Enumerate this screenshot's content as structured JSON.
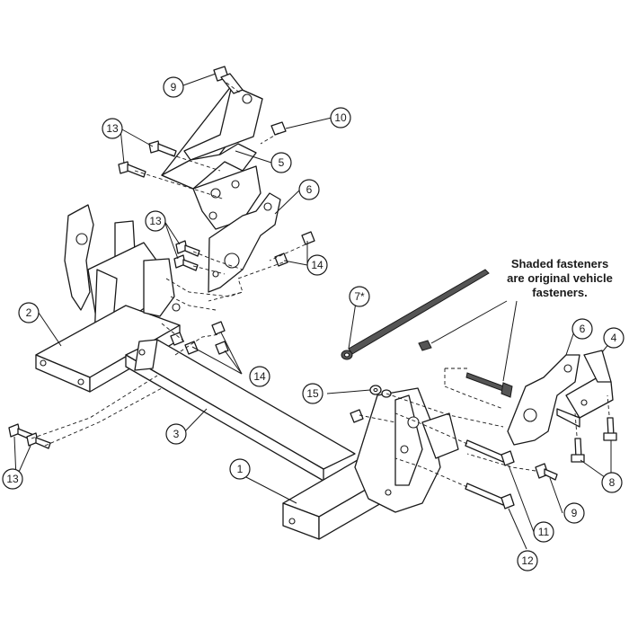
{
  "note": {
    "line1": "Shaded fasteners",
    "line2": "are original vehicle",
    "line3": "fasteners."
  },
  "callouts": {
    "c1": "1",
    "c2": "2",
    "c3": "3",
    "c4": "4",
    "c5": "5",
    "c6a": "6",
    "c6b": "6",
    "c7": "7*",
    "c8": "8",
    "c9a": "9",
    "c9b": "9",
    "c10": "10",
    "c11": "11",
    "c12": "12",
    "c13a": "13",
    "c13b": "13",
    "c13c": "13",
    "c14a": "14",
    "c14b": "14",
    "c15": "15"
  },
  "colors": {
    "line": "#1a1a1a",
    "shade": "#555555",
    "background": "#ffffff"
  }
}
